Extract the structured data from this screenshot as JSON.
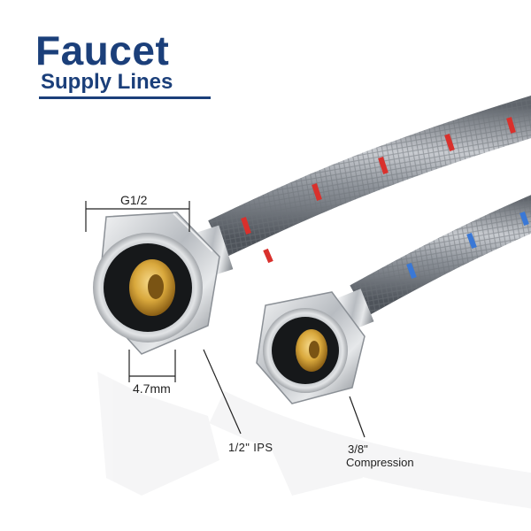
{
  "title": {
    "main": "Faucet",
    "sub": "Supply Lines"
  },
  "dimensions": {
    "thread_size": "G1/2",
    "bore_diameter": "4.7mm"
  },
  "callouts": {
    "large_connector": "1/2\" IPS",
    "small_connector_line1": "3/8\"",
    "small_connector_line2": "Compression"
  },
  "colors": {
    "title": "#1b3f7a",
    "hot_stripe": "#d9302c",
    "cold_stripe": "#3a78d6",
    "braid": "#8a8f96",
    "brass": "#d9a83c"
  }
}
